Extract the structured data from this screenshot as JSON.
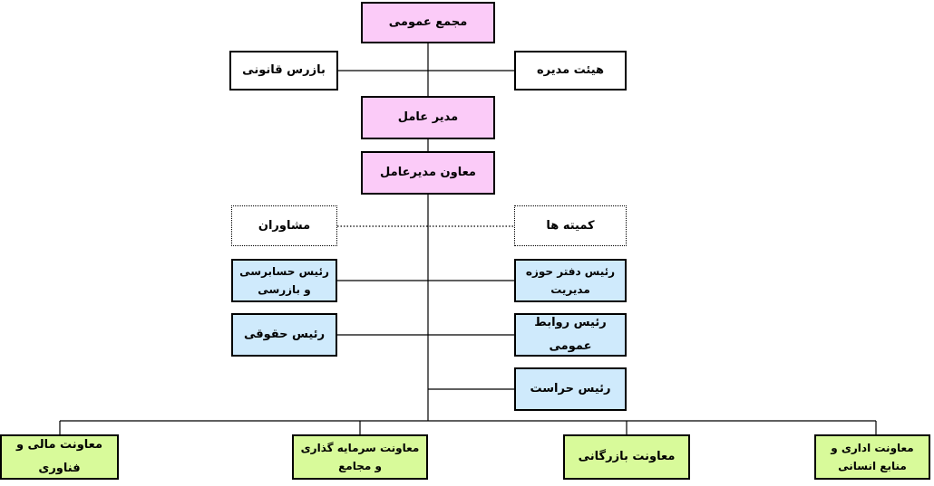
{
  "org": {
    "general_assembly": "مجمع عمومی",
    "board": "هیئت مدیره",
    "auditor": "بازرس قانونی",
    "ceo": "مدیر عامل",
    "deputy_ceo": "معاون مدیرعامل",
    "committees": "کمیته ها",
    "advisors": "مشاوران",
    "head_office": "رئیس دفتر حوزه مدیریت",
    "head_audit": "رئیس حسابرسی و بازرسی",
    "head_pr": "رئیس روابط عمومی",
    "head_legal": "رئیس حقوقی",
    "head_security": "رئیس حراست",
    "deputy_admin_hr": "معاونت اداری و منابع انسانی",
    "deputy_commerce": "معاونت بازرگانی",
    "deputy_investment": "معاونت سرمایه گذاری و مجامع",
    "deputy_finance_tech": "معاونت مالی و فناوری"
  }
}
